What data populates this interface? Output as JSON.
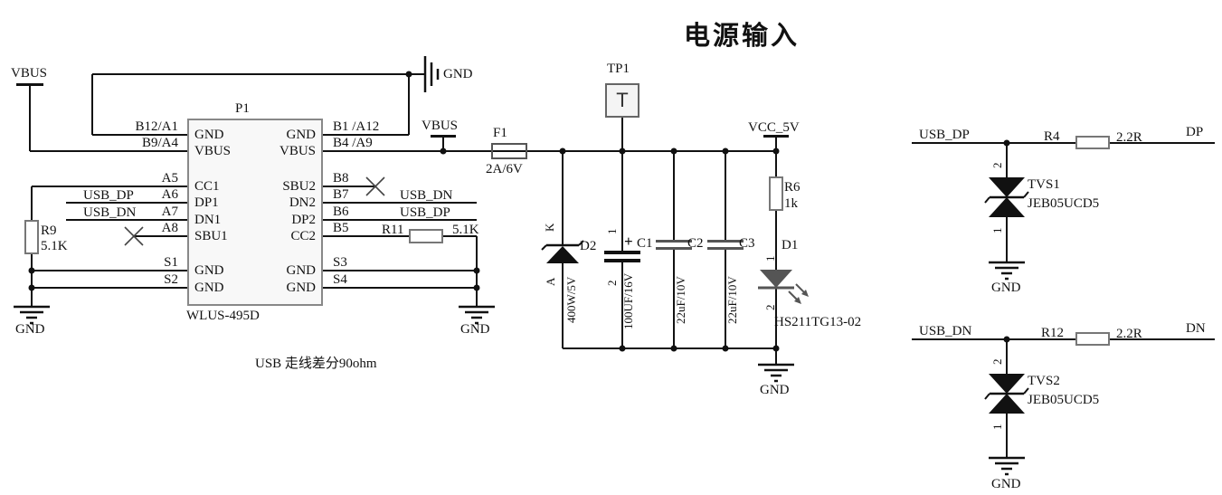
{
  "title": "电源输入",
  "note": "USB 走线差分90ohm",
  "nets": {
    "vbus": "VBUS",
    "gnd": "GND",
    "vcc": "VCC_5V",
    "usb_dp": "USB_DP",
    "usb_dn": "USB_DN",
    "dp": "DP",
    "dn": "DN"
  },
  "connector": {
    "ref": "P1",
    "part": "WLUS-495D",
    "left_pins": [
      {
        "des": "B12/A1",
        "name": "GND"
      },
      {
        "des": "B9/A4",
        "name": "VBUS"
      },
      {
        "des": "A5",
        "name": "CC1"
      },
      {
        "des": "A6",
        "name": "DP1"
      },
      {
        "des": "A7",
        "name": "DN1"
      },
      {
        "des": "A8",
        "name": "SBU1"
      },
      {
        "des": "S1",
        "name": "GND"
      },
      {
        "des": "S2",
        "name": "GND"
      }
    ],
    "right_pins": [
      {
        "des": "B1 /A12",
        "name": "GND"
      },
      {
        "des": "B4 /A9",
        "name": "VBUS"
      },
      {
        "des": "B8",
        "name": "SBU2"
      },
      {
        "des": "B7",
        "name": "DN2"
      },
      {
        "des": "B6",
        "name": "DP2"
      },
      {
        "des": "B5",
        "name": "CC2"
      },
      {
        "des": "S3",
        "name": "GND"
      },
      {
        "des": "S4",
        "name": "GND"
      }
    ]
  },
  "components": {
    "r9": {
      "ref": "R9",
      "value": "5.1K"
    },
    "r11": {
      "ref": "R11",
      "value": "5.1K"
    },
    "f1": {
      "ref": "F1",
      "value": "2A/6V"
    },
    "tp1": {
      "ref": "TP1",
      "mark": "T"
    },
    "d2": {
      "ref": "D2",
      "value": "400W/5V",
      "k": "K",
      "a": "A"
    },
    "c1": {
      "ref": "C1",
      "value": "100UF/16V",
      "plus": "+",
      "p1": "1",
      "p2": "2"
    },
    "c2": {
      "ref": "C2",
      "value": "22uF/10V"
    },
    "c3": {
      "ref": "C3",
      "value": "22uF/10V"
    },
    "r6": {
      "ref": "R6",
      "value": "1k"
    },
    "d1": {
      "ref": "D1",
      "part": "HS211TG13-02",
      "p1": "1",
      "p2": "2"
    },
    "r4": {
      "ref": "R4",
      "value": "2.2R"
    },
    "r12": {
      "ref": "R12",
      "value": "2.2R"
    },
    "tvs1": {
      "ref": "TVS1",
      "part": "JEB05UCD5",
      "p1": "1",
      "p2": "2"
    },
    "tvs2": {
      "ref": "TVS2",
      "part": "JEB05UCD5",
      "p1": "1",
      "p2": "2"
    }
  }
}
